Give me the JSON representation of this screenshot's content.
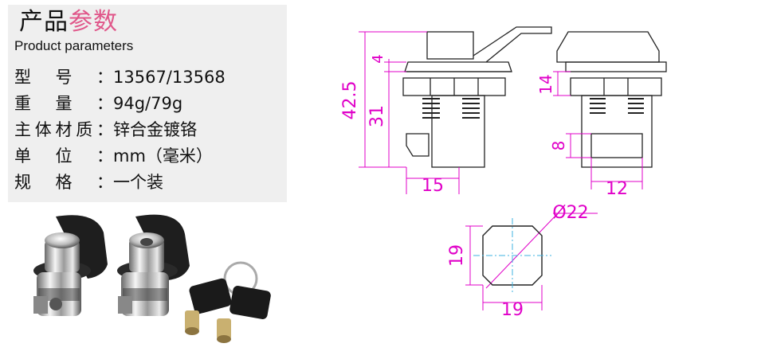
{
  "header": {
    "title_black": "产品",
    "title_pink": "参数",
    "subtitle": "Product parameters"
  },
  "params": [
    {
      "label": "型号：",
      "value": "13567/13568"
    },
    {
      "label": "重量：",
      "value": "94g/79g"
    },
    {
      "label": "主体材质：",
      "value": "锌合金镀铬"
    },
    {
      "label": "单位：",
      "value": "mm（毫米）"
    },
    {
      "label": "规格：",
      "value": "一个装"
    }
  ],
  "dimensions": {
    "overall_height": "42.5",
    "body_height": "31",
    "flange_thickness": "4",
    "width_front": "15",
    "nut_height": "14",
    "tongue_height": "8",
    "width_side": "12",
    "diagonal": "Ø22",
    "square_height": "19",
    "square_width": "19"
  },
  "colors": {
    "accent_pink": "#e0578a",
    "dimension_magenta": "#e000c8",
    "center_line": "#3fb3e0"
  }
}
